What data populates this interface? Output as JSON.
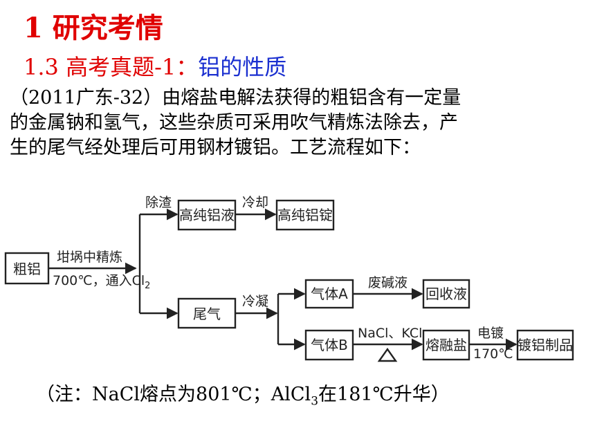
{
  "header": {
    "title": "1 研究考情",
    "subtitle_prefix": "1.3 高考真题-1：",
    "subtitle_topic": "铝的性质"
  },
  "problem": {
    "lines": [
      "（2011广东-32）由熔盐电解法获得的粗铝含有一定量",
      "的金属钠和氢气，这些杂质可采用吹气精炼法除去，产",
      "生的尾气经处理后可用钢材镀铝。工艺流程如下："
    ]
  },
  "flowchart": {
    "boxes": {
      "crude_al": "粗铝",
      "pure_al_liquid": "高纯铝液",
      "pure_al_ingot": "高纯铝锭",
      "tail_gas": "尾气",
      "gas_a": "气体A",
      "recovered_liquid": "回收液",
      "gas_b": "气体B",
      "molten_salt": "熔融盐",
      "plated_product": "镀铝制品"
    },
    "labels": {
      "refining": "坩埚中精炼",
      "conditions": "700℃，通入Cl",
      "conditions_sub": "2",
      "remove_slag": "除渣",
      "cool": "冷却",
      "condense": "冷凝",
      "waste_alkali": "废碱液",
      "salts": "NaCl、KCl",
      "electroplate": "电镀",
      "temp": "170℃"
    }
  },
  "note": {
    "part1": "（注：NaCl熔点为801℃；AlCl",
    "sub": "3",
    "part2": "在181℃升华）"
  }
}
